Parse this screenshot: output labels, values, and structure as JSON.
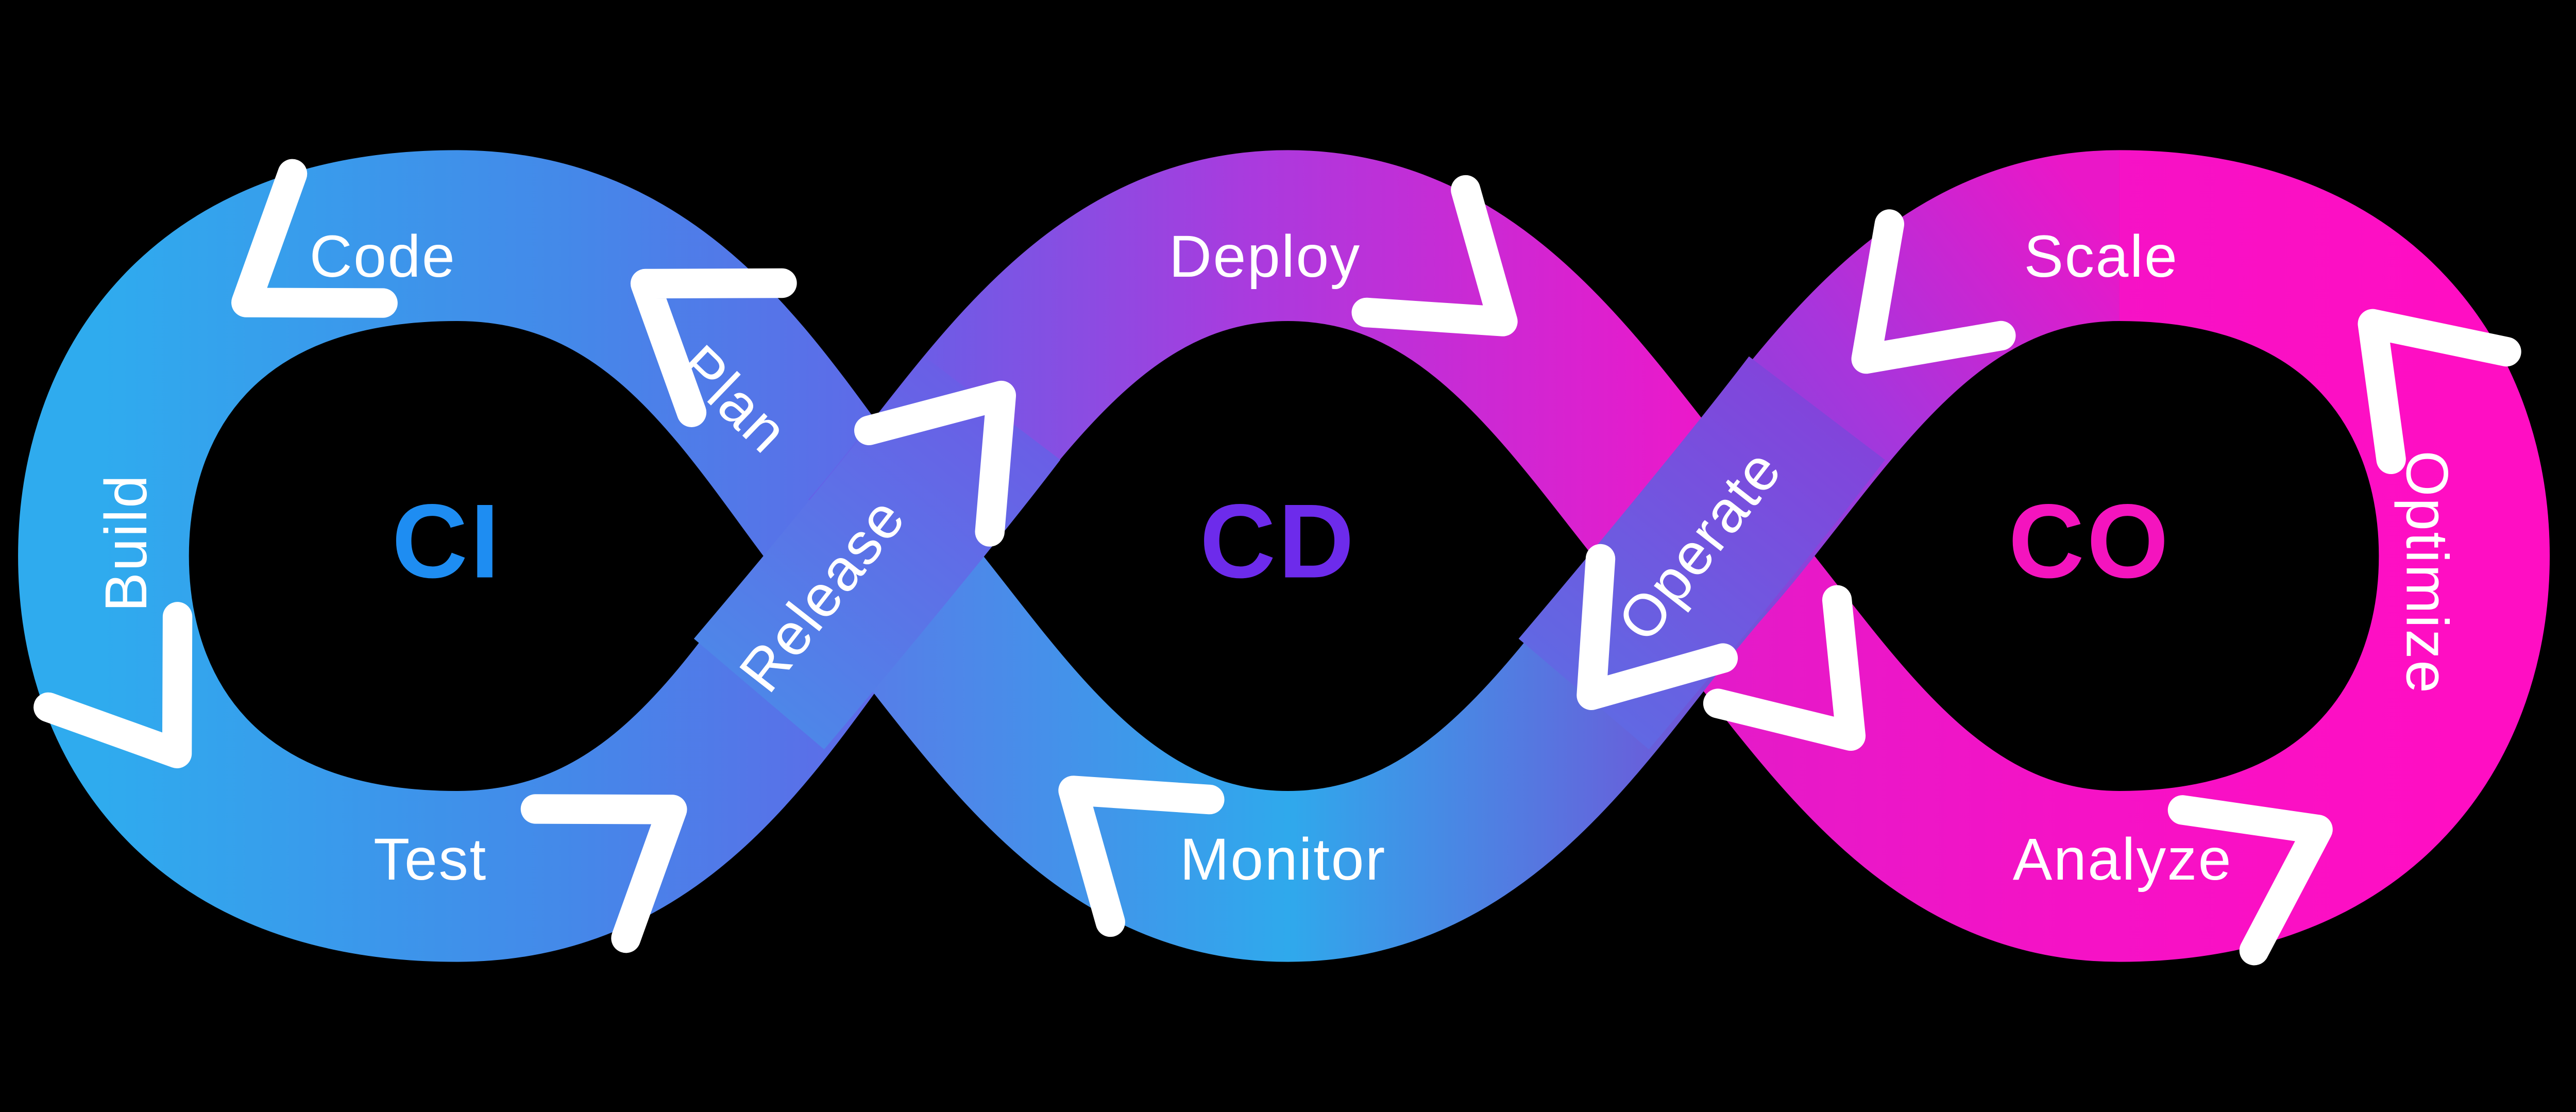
{
  "diagram": {
    "loops": [
      {
        "label": "CI",
        "color": "#1E8DF2",
        "stages": [
          "Code",
          "Plan",
          "Build",
          "Test"
        ]
      },
      {
        "label": "CD",
        "color": "#6D2BEB",
        "stages": [
          "Deploy",
          "Release",
          "Monitor"
        ]
      },
      {
        "label": "CO",
        "color": "#F414BE",
        "stages": [
          "Scale",
          "Operate",
          "Optimize",
          "Analyze"
        ]
      }
    ],
    "colors": {
      "background": "#000000",
      "arrow": "#FFFFFF",
      "gradient_start": "#2FABEE",
      "gradient_mid": "#A93BDE",
      "gradient_end": "#FF0EC3"
    }
  }
}
